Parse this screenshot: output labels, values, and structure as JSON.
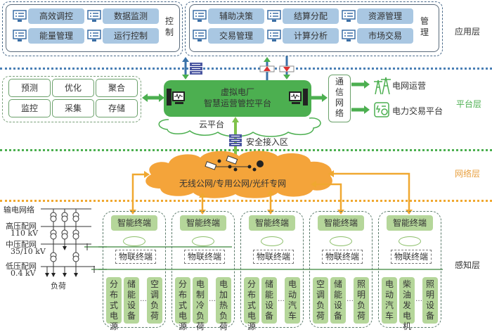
{
  "layers": {
    "application": "应用层",
    "platform": "平台层",
    "network": "网络层",
    "perception": "感知层"
  },
  "application": {
    "control_group": {
      "side_label": "控制",
      "items": [
        "高效调控",
        "数据监测",
        "能量管理",
        "运行控制"
      ]
    },
    "management_group": {
      "side_label": "管理",
      "items": [
        "辅助决策",
        "结算分配",
        "资源管理",
        "交易管理",
        "计算分析",
        "市场交易"
      ]
    },
    "icon": "monitor-icon"
  },
  "platform": {
    "functions": [
      "预测",
      "优化",
      "聚合",
      "监控",
      "采集",
      "存储"
    ],
    "core_title_line1": "虚拟电厂",
    "core_title_line2": "智慧运营管控平台",
    "cloud_label": "云平台",
    "secure_zone": "安全接入区",
    "comm_network": "通信网络",
    "outputs": [
      {
        "label": "电网运营",
        "icon": "power-tower-icon"
      },
      {
        "label": "电力交易平台",
        "icon": "trading-platform-icon"
      }
    ]
  },
  "network": {
    "cloud_label": "无线公网/专用公网/光纤专网"
  },
  "perception": {
    "grid_levels": [
      {
        "name": "输电网络",
        "voltage": ""
      },
      {
        "name": "高压配网",
        "voltage": "110 kV"
      },
      {
        "name": "中压配网",
        "voltage": "35/10 kV"
      },
      {
        "name": "低压配网",
        "voltage": "0.4 kV"
      }
    ],
    "load_label": "负荷",
    "smart_terminal": "智能终端",
    "iot_terminal": "物联终端",
    "ellipsis": "…",
    "groups": [
      {
        "devices": [
          "分布式电源",
          "储能设备",
          "空调负荷"
        ]
      },
      {
        "devices": [
          "分布式电源",
          "电制冷负荷",
          "电加热负荷"
        ]
      },
      {
        "devices": [
          "分布式电源",
          "储能设备",
          "电动汽车"
        ]
      },
      {
        "devices": [
          "空调负荷",
          "储能设备",
          "照明负荷"
        ]
      },
      {
        "devices": [
          "电动汽车",
          "柴油发电机",
          "照明设备"
        ]
      }
    ]
  },
  "colors": {
    "app_button": "#a9c7e2",
    "platform_green": "#4caf50",
    "network_orange": "#f0a830",
    "device_green": "#b5d69a",
    "app_separator": "#4a7fb5"
  }
}
